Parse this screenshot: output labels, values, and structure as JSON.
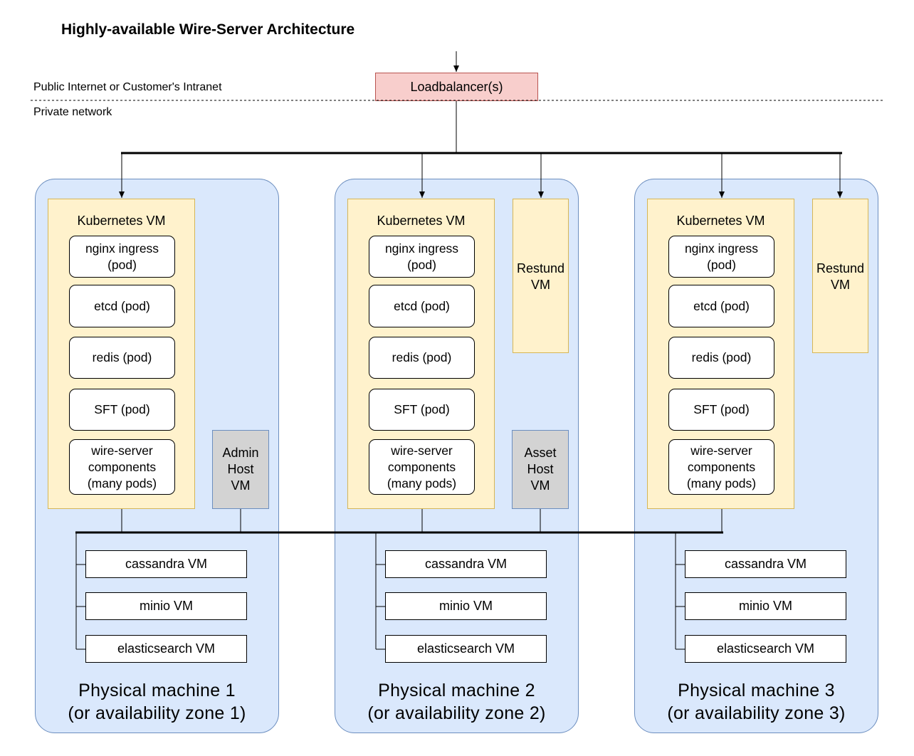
{
  "title": "Highly-available Wire-Server Architecture",
  "network": {
    "public_label": "Public Internet or Customer's Intranet",
    "private_label": "Private network"
  },
  "loadbalancer": "Loadbalancer(s)",
  "machines": [
    {
      "title_line1": "Physical machine 1",
      "title_line2": "(or availability zone 1)",
      "k8s_title": "Kubernetes VM",
      "pods": [
        "nginx ingress\n(pod)",
        "etcd (pod)",
        "redis (pod)",
        "SFT (pod)",
        "wire-server\ncomponents\n(many pods)"
      ],
      "side_vm": "Admin\nHost\nVM",
      "storage_vms": [
        "cassandra VM",
        "minio VM",
        "elasticsearch VM"
      ]
    },
    {
      "title_line1": "Physical machine 2",
      "title_line2": "(or availability zone 2)",
      "k8s_title": "Kubernetes VM",
      "pods": [
        "nginx ingress\n(pod)",
        "etcd (pod)",
        "redis (pod)",
        "SFT (pod)",
        "wire-server\ncomponents\n(many pods)"
      ],
      "restund": "Restund\nVM",
      "side_vm": "Asset\nHost\nVM",
      "storage_vms": [
        "cassandra VM",
        "minio VM",
        "elasticsearch VM"
      ]
    },
    {
      "title_line1": "Physical machine 3",
      "title_line2": "(or availability zone 3)",
      "k8s_title": "Kubernetes VM",
      "pods": [
        "nginx ingress\n(pod)",
        "etcd (pod)",
        "redis (pod)",
        "SFT (pod)",
        "wire-server\ncomponents\n(many pods)"
      ],
      "restund": "Restund\nVM",
      "storage_vms": [
        "cassandra VM",
        "minio VM",
        "elasticsearch VM"
      ]
    }
  ],
  "colors": {
    "loadbalancer_fill": "#f8cecc",
    "machine_fill": "#dae8fc",
    "vm_fill": "#fff2cc",
    "host_vm_fill": "#d3d3d3"
  }
}
